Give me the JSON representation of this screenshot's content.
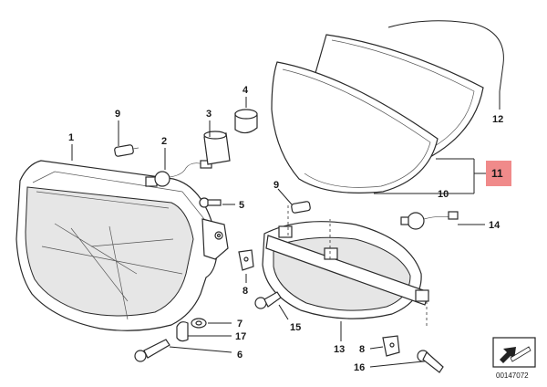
{
  "diagram": {
    "labels": {
      "p1": "1",
      "p2": "2",
      "p3": "3",
      "p4": "4",
      "p5": "5",
      "p6": "6",
      "p7": "7",
      "p8a": "8",
      "p8b": "8",
      "p9a": "9",
      "p9b": "9",
      "p10": "10",
      "p11": "11",
      "p12": "12",
      "p13": "13",
      "p14": "14",
      "p15": "15",
      "p16": "16",
      "p17": "17"
    },
    "highlight_color": "#f08a8a",
    "diagram_number": "00147072",
    "corner_icon": "arrow-in-box-icon"
  }
}
